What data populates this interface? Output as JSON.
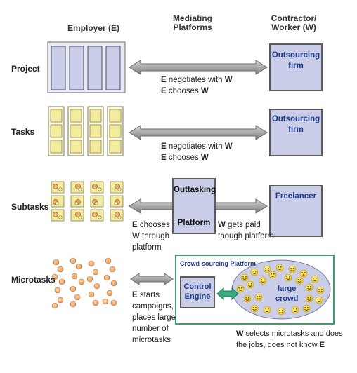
{
  "headers": {
    "employer": "Employer (E)",
    "mediating": "Mediating\nPlatforms",
    "contractor": "Contractor/\nWorker (W)"
  },
  "rows": {
    "project": "Project",
    "tasks": "Tasks",
    "subtasks": "Subtasks",
    "microtasks": "Microtasks"
  },
  "project_note": {
    "l1_a": "E",
    "l1_b": " negotiates with ",
    "l1_c": "W",
    "l2_a": "E",
    "l2_b": " chooses ",
    "l2_c": "W"
  },
  "tasks_note": {
    "l1_a": "E",
    "l1_b": " negotiates with ",
    "l1_c": "W",
    "l2_a": "E",
    "l2_b": " chooses ",
    "l2_c": "W"
  },
  "boxes": {
    "outsourcing1": "Outsourcing\nfirm",
    "outsourcing2": "Outsourcing\nfirm",
    "freelancer": "Freelancer",
    "outtasking": "Outtasking",
    "platform": "Platform",
    "control_engine": "Control\nEngine",
    "large_crowd": "large\ncrowd"
  },
  "crowd_platform_title": "Crowd-sourcing Platform",
  "subtasks_left_note": {
    "a": "E",
    "b": " chooses\nW through\nplatform"
  },
  "subtasks_right_note": {
    "a": "W",
    "b": " gets paid\nthough platform"
  },
  "micro_left_note": {
    "a": "E",
    "b": " starts\ncampaigns,\nplaces large\nnumber of\nmicrotasks"
  },
  "micro_bottom_note": {
    "a": "W",
    "b": " selects microtasks and does\nthe jobs, does not know ",
    "c": "E"
  },
  "colors": {
    "accent_blue": "#1c3a8a",
    "box_fill": "#c9cde8",
    "task_yellow": "#f3ec9e",
    "dot_orange": "#f0b57f",
    "crowd_border": "#3aa06a",
    "arrow_grey": "#9a9a9a"
  }
}
